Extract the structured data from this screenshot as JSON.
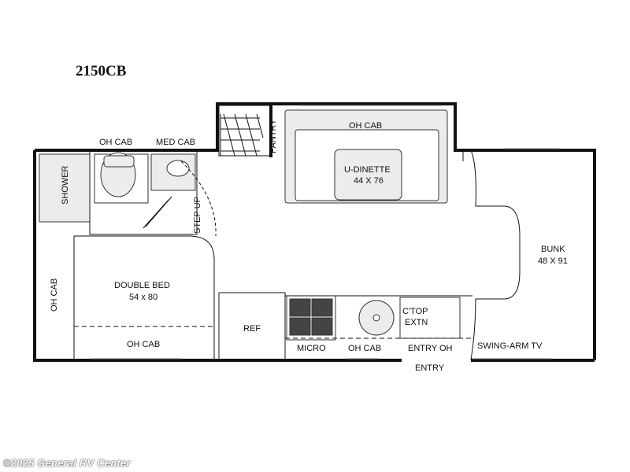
{
  "model": "2150CB",
  "watermark": "©2025 General RV Center",
  "labels": {
    "oh_cab_top": "OH CAB",
    "med_cab": "MED CAB",
    "shower": "SHOWER",
    "pantry": "PANTRY",
    "oh_cab_dinette": "OH CAB",
    "u_dinette": "U-DINETTE",
    "u_dinette_size": "44 X 76",
    "step_up": "STEP UP",
    "bunk": "BUNK",
    "bunk_size": "48 X 91",
    "oh_cab_left": "OH CAB",
    "double_bed": "DOUBLE BED",
    "double_bed_size": "54 x 80",
    "oh_cab_bottom": "OH CAB",
    "ref": "REF",
    "micro": "MICRO",
    "oh_cab_galley": "OH CAB",
    "ctop": "C'TOP",
    "extn": "EXTN",
    "entry_oh": "ENTRY OH",
    "entry": "ENTRY",
    "swing_arm_tv": "SWING-ARM TV"
  },
  "colors": {
    "wall": "#111111",
    "fixture": "#e9e9e9",
    "outline": "#333333"
  }
}
